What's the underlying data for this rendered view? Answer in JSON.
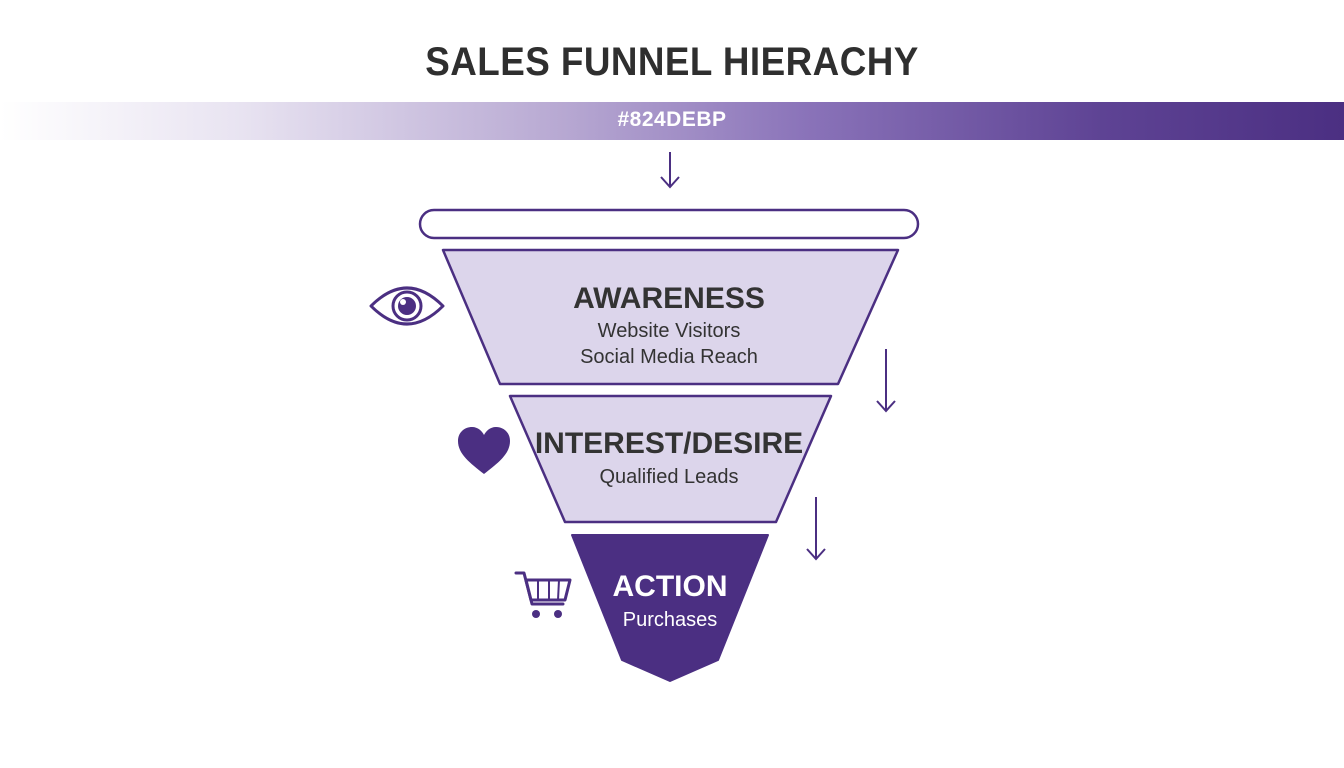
{
  "title": "SALES FUNNEL HIERACHY",
  "color_band": {
    "label": "#824DEBP",
    "gradient_colors": [
      "#ffffff",
      "#b7a8d2",
      "#4b2f82"
    ]
  },
  "colors": {
    "primary": "#4b2f82",
    "stage_fill_light": "#dcd5eb",
    "text_dark": "#333333",
    "text_light": "#ffffff"
  },
  "stages": [
    {
      "title": "AWARENESS",
      "lines": [
        "Website Visitors",
        "Social Media Reach"
      ],
      "icon": "eye-icon"
    },
    {
      "title": "INTEREST/DESIRE",
      "lines": [
        "Qualified Leads"
      ],
      "icon": "heart-icon"
    },
    {
      "title": "ACTION",
      "lines": [
        "Purchases"
      ],
      "icon": "shopping-cart-icon"
    }
  ]
}
